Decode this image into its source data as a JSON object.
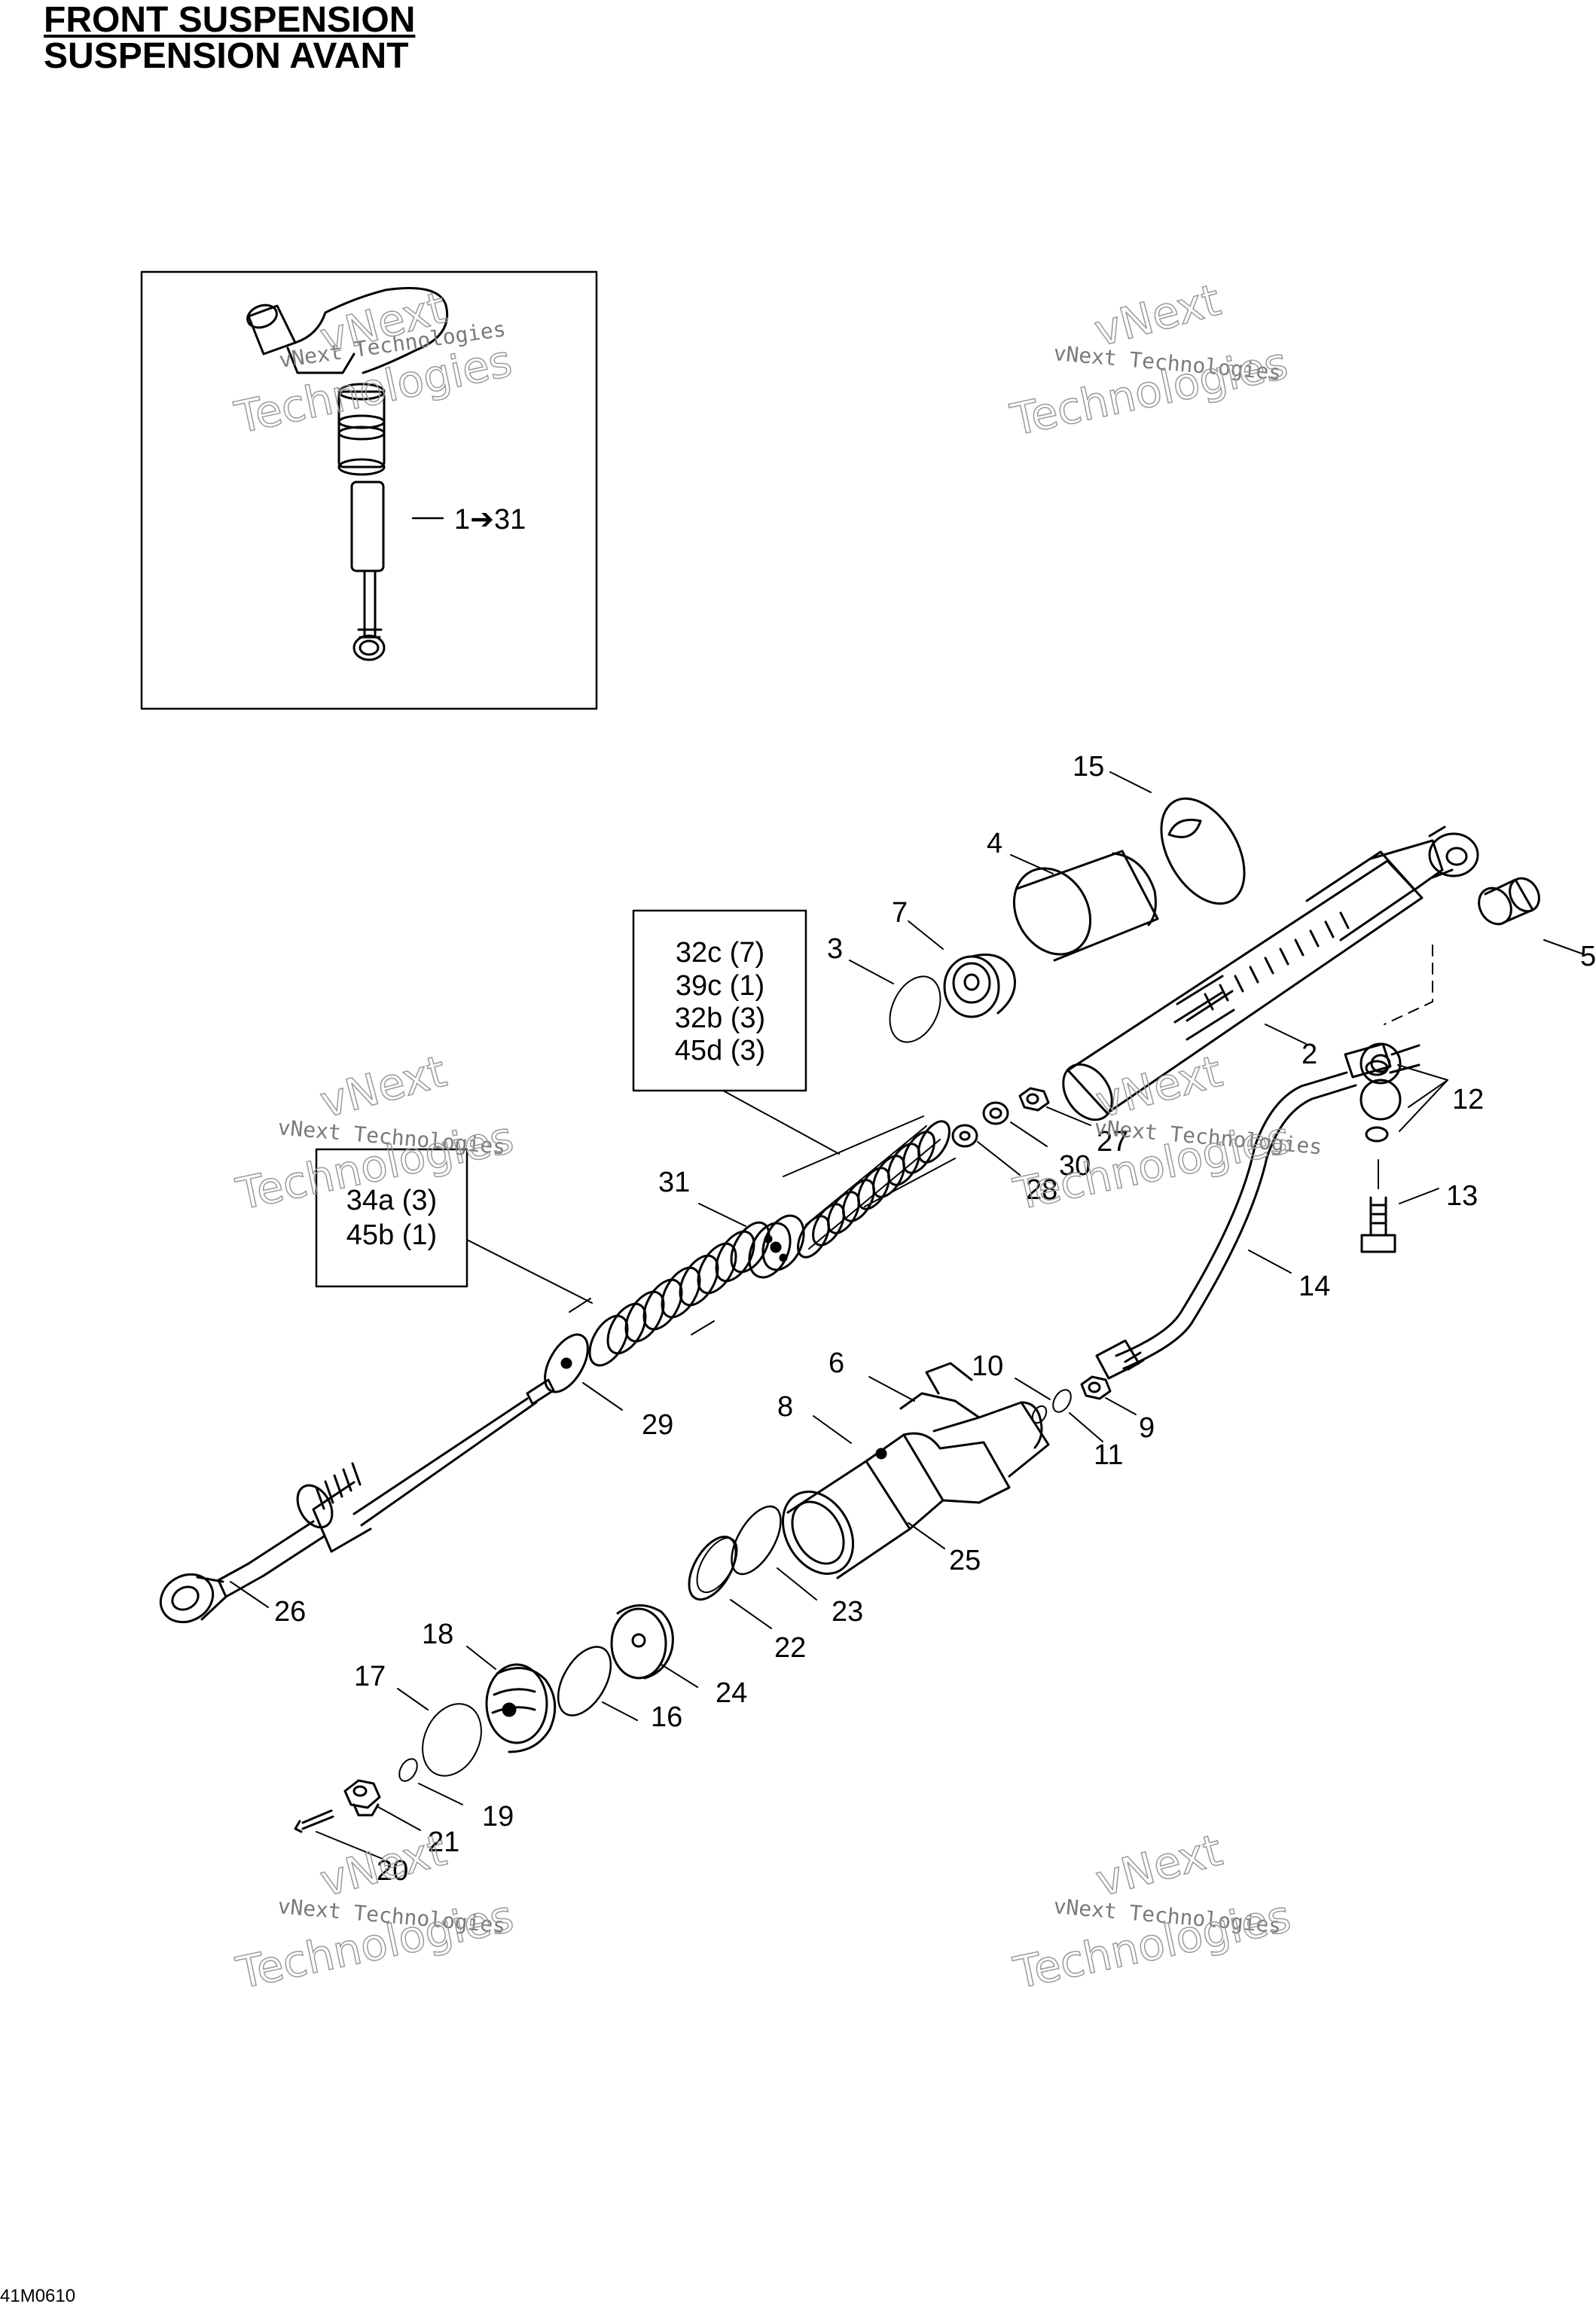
{
  "title": {
    "line1": "FRONT SUSPENSION",
    "line2": "SUSPENSION AVANT"
  },
  "drawing_code": "41M0610",
  "inset": {
    "label": "1➔31"
  },
  "kit_boxes": [
    {
      "lines": [
        "32c (7)",
        "39c (1)",
        "32b (3)",
        "45d (3)"
      ]
    },
    {
      "lines": [
        "34a (3)",
        "45b (1)"
      ]
    }
  ],
  "callouts": [
    "15",
    "4",
    "7",
    "3",
    "5",
    "2",
    "12",
    "27",
    "30",
    "28",
    "13",
    "31",
    "14",
    "29",
    "6",
    "10",
    "8",
    "9",
    "11",
    "26",
    "25",
    "23",
    "22",
    "18",
    "17",
    "24",
    "16",
    "19",
    "21",
    "20"
  ],
  "watermark": {
    "line1": "vNext Technologies",
    "line2": "Technologies",
    "line3": "vNext"
  }
}
